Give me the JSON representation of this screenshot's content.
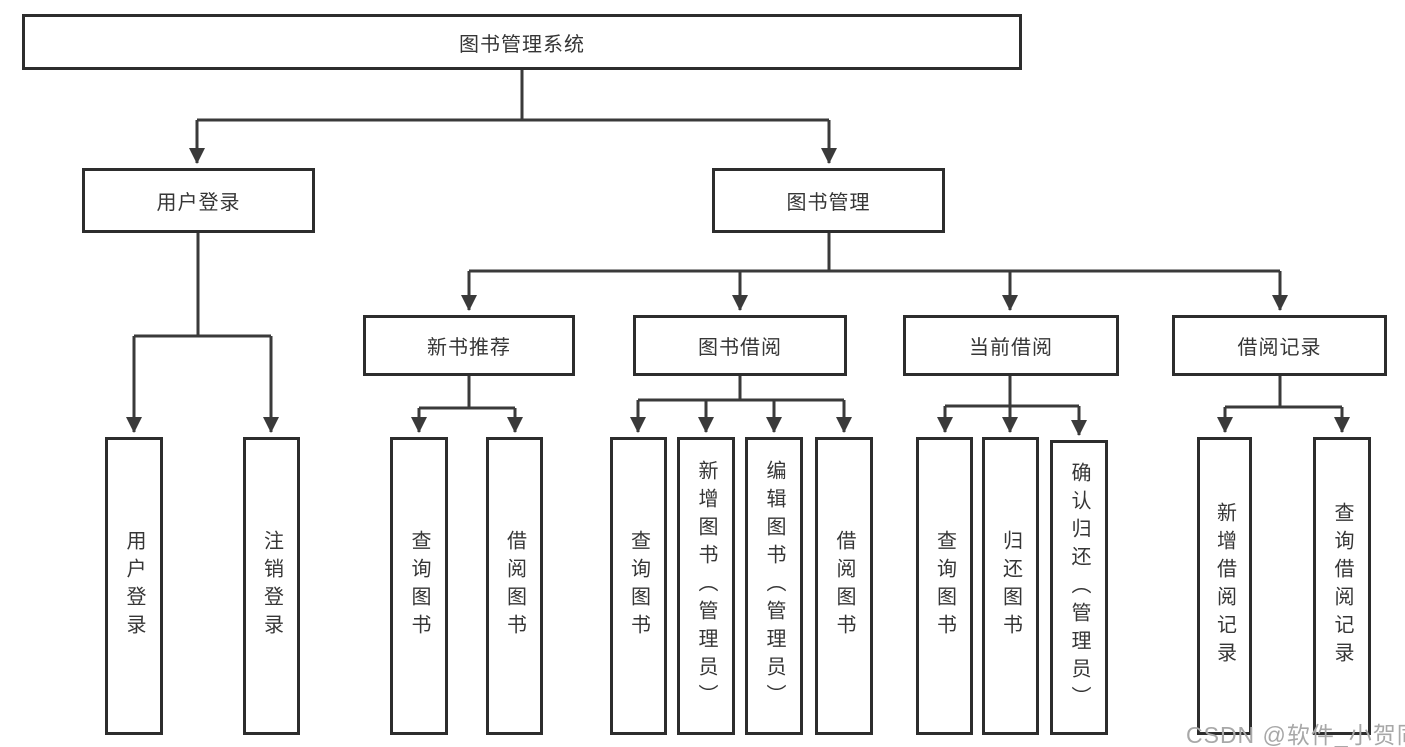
{
  "tree": {
    "label": "图书管理系统",
    "children": [
      {
        "label": "用户登录",
        "children": [
          {
            "label": "用户登录"
          },
          {
            "label": "注销登录"
          }
        ]
      },
      {
        "label": "图书管理",
        "children": [
          {
            "label": "新书推荐",
            "children": [
              {
                "label": "查询图书"
              },
              {
                "label": "借阅图书"
              }
            ]
          },
          {
            "label": "图书借阅",
            "children": [
              {
                "label": "查询图书"
              },
              {
                "label": "新增图书（管理员）"
              },
              {
                "label": "编辑图书（管理员）"
              },
              {
                "label": "借阅图书"
              }
            ]
          },
          {
            "label": "当前借阅",
            "children": [
              {
                "label": "查询图书"
              },
              {
                "label": "归还图书"
              },
              {
                "label": "确认归还（管理员）"
              }
            ]
          },
          {
            "label": "借阅记录",
            "children": [
              {
                "label": "新增借阅记录"
              },
              {
                "label": "查询借阅记录"
              }
            ]
          }
        ]
      }
    ]
  },
  "watermark": "CSDN @软件_小贺同学",
  "colors": {
    "line": "#3a3a3a",
    "box_border": "#2d2d2d",
    "text": "#363636",
    "watermark": "#a8a8a8",
    "background": "#ffffff"
  }
}
